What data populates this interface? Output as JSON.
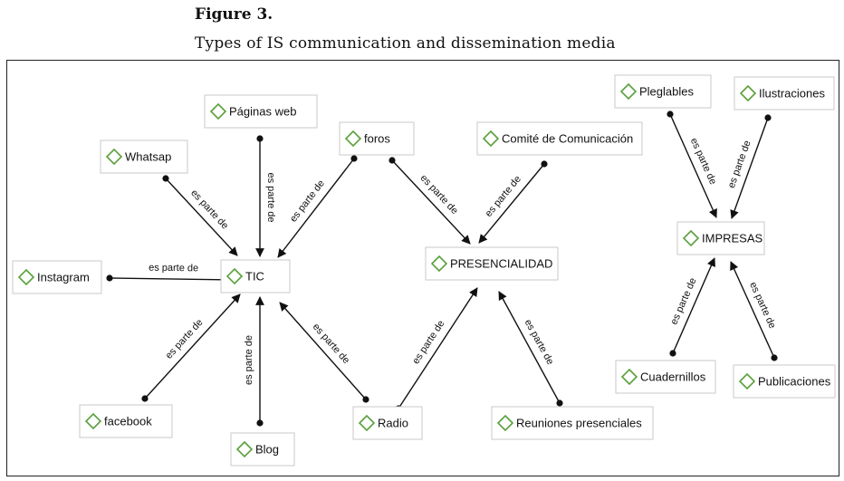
{
  "figure": {
    "number": "Figure 3.",
    "title": "Types of IS communication and dissemination media"
  },
  "link_label": "es parte de",
  "nodes": [
    {
      "id": "tic",
      "label": "TIC"
    },
    {
      "id": "presencialidad",
      "label": "PRESENCIALIDAD"
    },
    {
      "id": "impresas",
      "label": "IMPRESAS"
    },
    {
      "id": "whatsap",
      "label": "Whatsap"
    },
    {
      "id": "paginas-web",
      "label": "Páginas web"
    },
    {
      "id": "foros",
      "label": "foros"
    },
    {
      "id": "instagram",
      "label": "Instagram"
    },
    {
      "id": "facebook",
      "label": "facebook"
    },
    {
      "id": "blog",
      "label": "Blog"
    },
    {
      "id": "radio",
      "label": "Radio"
    },
    {
      "id": "comite",
      "label": "Comité de Comunicación"
    },
    {
      "id": "reuniones",
      "label": "Reuniones presenciales"
    },
    {
      "id": "pleglables",
      "label": "Pleglables"
    },
    {
      "id": "ilustraciones",
      "label": "Ilustraciones"
    },
    {
      "id": "cuadernillos",
      "label": "Cuadernillos"
    },
    {
      "id": "publicaciones",
      "label": "Publicaciones"
    }
  ],
  "links": [
    {
      "from": "whatsap",
      "to": "tic"
    },
    {
      "from": "paginas-web",
      "to": "tic"
    },
    {
      "from": "foros",
      "to": "tic"
    },
    {
      "from": "instagram",
      "to": "tic"
    },
    {
      "from": "facebook",
      "to": "tic"
    },
    {
      "from": "blog",
      "to": "tic"
    },
    {
      "from": "radio",
      "to": "tic"
    },
    {
      "from": "foros",
      "to": "presencialidad"
    },
    {
      "from": "comite",
      "to": "presencialidad"
    },
    {
      "from": "radio",
      "to": "presencialidad"
    },
    {
      "from": "reuniones",
      "to": "presencialidad"
    },
    {
      "from": "pleglables",
      "to": "impresas"
    },
    {
      "from": "ilustraciones",
      "to": "impresas"
    },
    {
      "from": "cuadernillos",
      "to": "impresas"
    },
    {
      "from": "publicaciones",
      "to": "impresas"
    }
  ]
}
